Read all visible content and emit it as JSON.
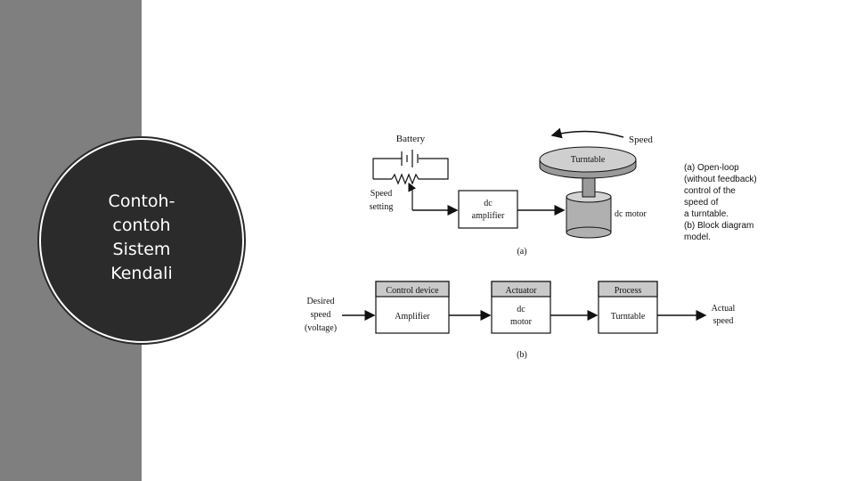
{
  "slide": {
    "title_lines": [
      "Contoh-",
      "contoh",
      "Sistem",
      "Kendali"
    ]
  },
  "figure_a": {
    "battery": "Battery",
    "speed_setting": [
      "Speed",
      "setting"
    ],
    "amplifier": [
      "dc",
      "amplifier"
    ],
    "turntable": "Turntable",
    "speed": "Speed",
    "motor": "dc motor",
    "label": "(a)"
  },
  "caption": [
    "(a) Open-loop",
    "(without feedback)",
    "control of the",
    "speed of",
    "a turntable.",
    "(b) Block diagram",
    "model."
  ],
  "figure_b": {
    "input": [
      "Desired",
      "speed",
      "(voltage)"
    ],
    "control_device": {
      "header": "Control device",
      "body": "Amplifier"
    },
    "actuator": {
      "header": "Actuator",
      "body": [
        "dc",
        "motor"
      ]
    },
    "process": {
      "header": "Process",
      "body": "Turntable"
    },
    "output": [
      "Actual",
      "speed"
    ],
    "label": "(b)"
  }
}
